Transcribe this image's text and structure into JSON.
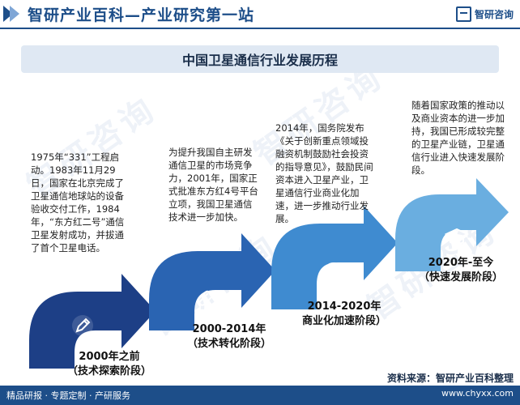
{
  "header": {
    "title": "智研产业百科—产业研究第一站",
    "logo_text": "智研咨询"
  },
  "watermark": "智研咨询",
  "title": "中国卫星通信行业发展历程",
  "stages": [
    {
      "description": "1975年“331”工程启动。1983年11月29日，国家在北京完成了卫星通信地球站的设备验收交付工作，1984年，“东方红二号”通信卫星发射成功，并拔通了首个卫星电话。",
      "period": "2000年之前",
      "label": "（技术探索阶段）",
      "icon": "pen-icon",
      "color": "#1d3f86"
    },
    {
      "description": "为提升我国自主研发通信卫星的市场竞争力，2001年，国家正式批准东方红4号平台立项，我国卫星通信技术进一步加快。",
      "period": "2000-2014年",
      "label": "（技术转化阶段）",
      "icon": "paperclip-icon",
      "color": "#2a64b2"
    },
    {
      "description": "2014年，国务院发布《关于创新重点领域投融资机制鼓励社会投资的指导意见》，鼓励民间资本进入卫星产业，卫星通信行业商业化加速，进一步推动行业发展。",
      "period": "2014-2020年",
      "label": "商业化加速阶段）",
      "icon": "lightbulb-icon",
      "color": "#3f8bd0"
    },
    {
      "description": "随着国家政策的推动以及商业资本的进一步加持，我国已形成较完整的卫星产业链，卫星通信行业进入快速发展阶段。",
      "period": "2020年-至今",
      "label": "（快速发展阶段）",
      "icon": "graduation-cap-icon",
      "color": "#6aaee0"
    }
  ],
  "source": "资料来源：智研产业百科整理",
  "footer": {
    "left": "精品研报 · 专题定制 · 产研服务",
    "right": "www.chyxx.com"
  }
}
